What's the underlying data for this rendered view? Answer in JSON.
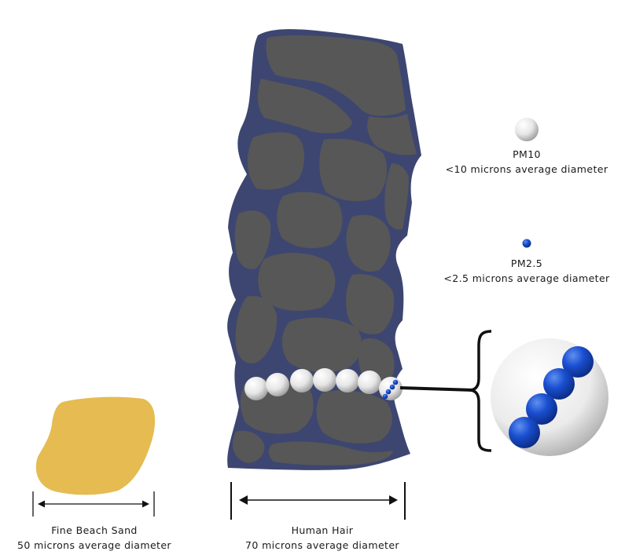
{
  "colors": {
    "hair_outline": "#3d4670",
    "hair_fill": "#575757",
    "sand": "#e5bb52",
    "pm25": "#1749c4",
    "pm10": "#ececec",
    "line": "#111111"
  },
  "icons": {
    "pm10": "white-sphere-icon",
    "pm25": "blue-sphere-icon"
  },
  "legend": {
    "pm10": {
      "name": "PM10",
      "desc": "<10 microns average diameter"
    },
    "pm25": {
      "name": "PM2.5",
      "desc": "<2.5 microns average diameter"
    }
  },
  "sand": {
    "name": "Fine Beach Sand",
    "desc": "50 microns average diameter"
  },
  "hair": {
    "name": "Human Hair",
    "desc": "70 microns average diameter"
  }
}
